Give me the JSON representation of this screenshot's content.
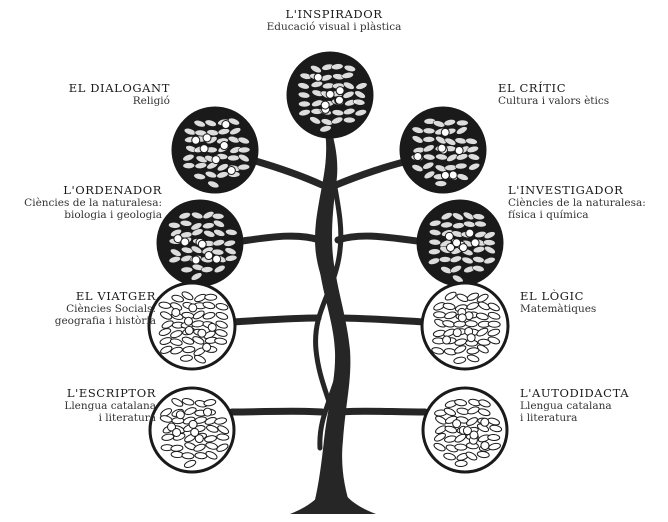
{
  "diagram": {
    "colors": {
      "ink": "#1a1a1a",
      "dark_crown": "#1a1a1a",
      "light_crown": "#ffffff",
      "trunk": "#262626"
    },
    "labels": {
      "top": {
        "title": "L'INSPIRADOR",
        "subtitle": "Educació visual i plàstica"
      },
      "left1": {
        "title": "EL DIALOGANT",
        "subtitle": "Religió"
      },
      "right1": {
        "title": "EL CRÍTIC",
        "subtitle": "Cultura i valors ètics"
      },
      "left2": {
        "title": "L'ORDENADOR",
        "subtitle1": "Ciències de la naturalesa:",
        "subtitle2": "biologia i geologia"
      },
      "right2": {
        "title": "L'INVESTIGADOR",
        "subtitle1": "Ciències de la naturalesa:",
        "subtitle2": "física i química"
      },
      "left3": {
        "title": "EL VIATGER",
        "subtitle1": "Ciències Socials:",
        "subtitle2": "geografia i història"
      },
      "right3": {
        "title": "EL LÒGIC",
        "subtitle": "Matemàtiques"
      },
      "left4": {
        "title": "L'ESCRIPTOR",
        "subtitle1": "Llengua catalana",
        "subtitle2": "i literatura"
      },
      "right4": {
        "title": "L'AUTODIDACTA",
        "subtitle1": "Llengua catalana",
        "subtitle2": "i literatura"
      }
    },
    "crowns": [
      {
        "id": "top",
        "style": "dark"
      },
      {
        "id": "left1",
        "style": "dark"
      },
      {
        "id": "right1",
        "style": "dark"
      },
      {
        "id": "left2",
        "style": "dark"
      },
      {
        "id": "right2",
        "style": "dark"
      },
      {
        "id": "left3",
        "style": "light"
      },
      {
        "id": "right3",
        "style": "light"
      },
      {
        "id": "left4",
        "style": "light"
      },
      {
        "id": "right4",
        "style": "light"
      }
    ]
  }
}
